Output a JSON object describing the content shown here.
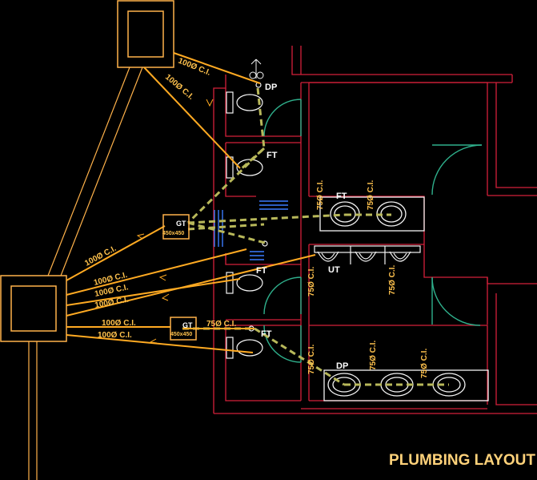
{
  "title": "PLUMBING LAYOUT",
  "labels": {
    "dp": "DP",
    "ft": "FT",
    "ut": "UT",
    "gt": "GT",
    "gt_size": "450x450",
    "pipe_100": "100Ø C.I.",
    "pipe_75": "75Ø C.I."
  },
  "colors": {
    "background": "#000000",
    "walls": "#d4203a",
    "pipe_ci": "#ffaa22",
    "drain_dashed": "#b8b85a",
    "fixtures": "#f4f4f4",
    "doors": "#2fb08c",
    "chamber": "#ffb24a"
  }
}
